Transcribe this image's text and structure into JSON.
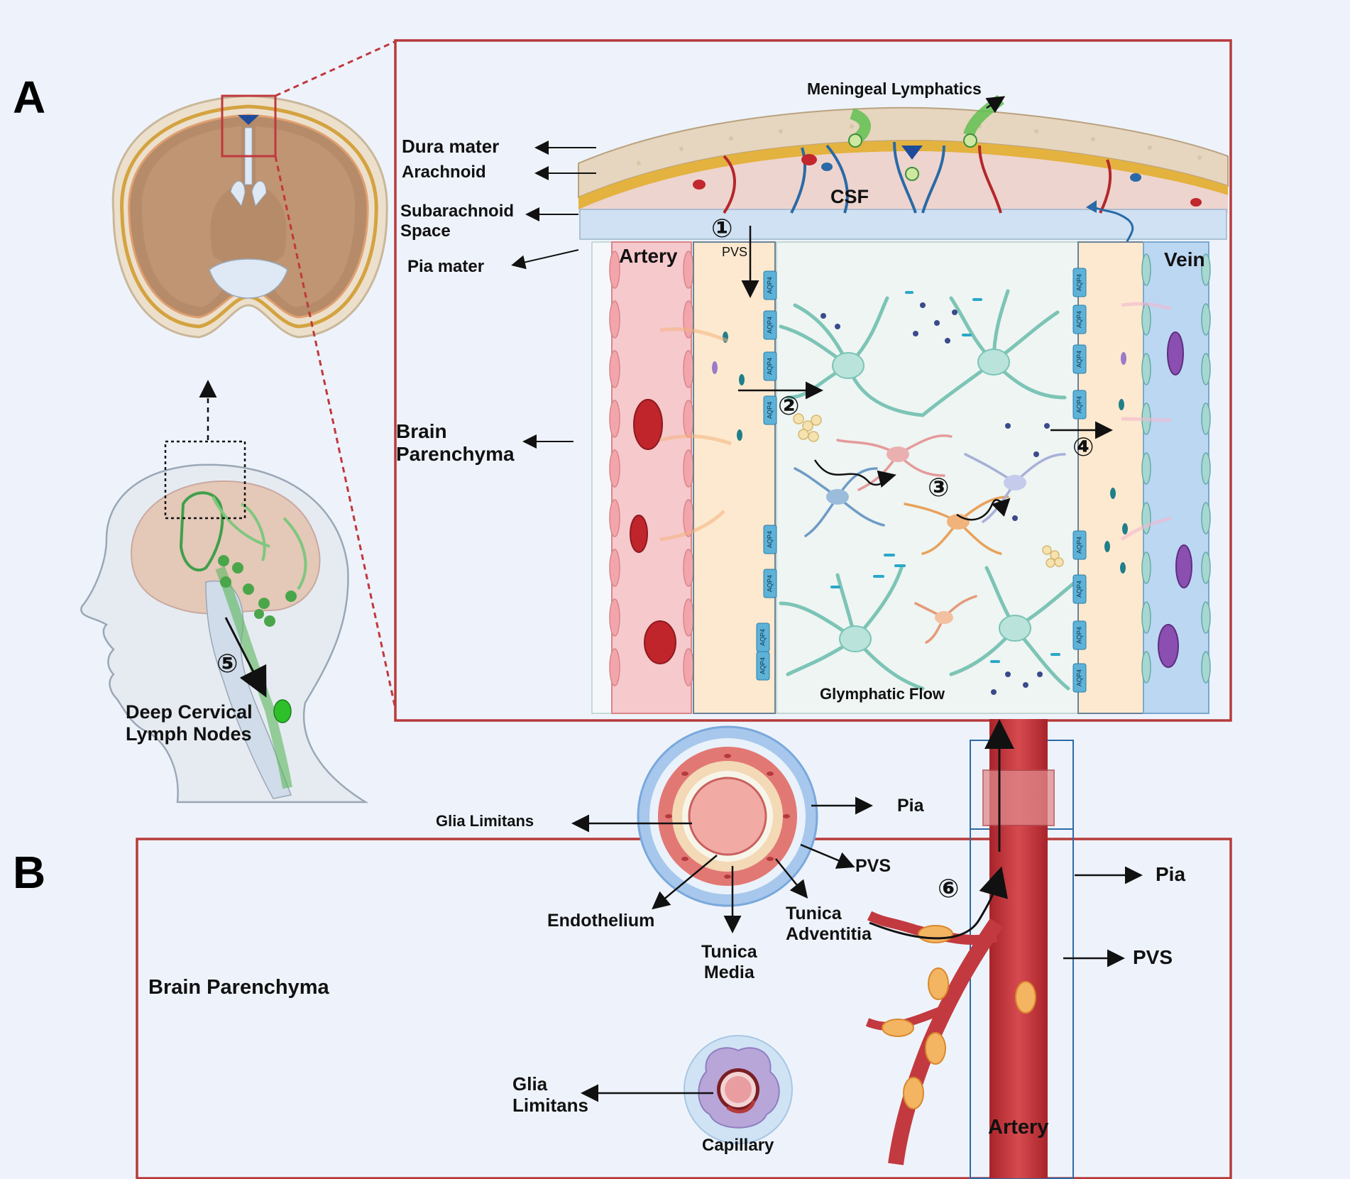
{
  "panels": {
    "a": "A",
    "b": "B"
  },
  "panel_a": {
    "meningeal_lymphatics": "Meningeal Lymphatics",
    "dura_mater": "Dura mater",
    "arachnoid": "Arachnoid",
    "subarachnoid_space": "Subarachnoid\nSpace",
    "pia_mater": "Pia mater",
    "brain_parenchyma": "Brain\nParenchyma",
    "csf": "CSF",
    "pvs": "PVS",
    "artery": "Artery",
    "vein": "Vein",
    "glymphatic_flow": "Glymphatic Flow",
    "deep_cervical_lymph_nodes": "Deep Cervical\nLymph Nodes",
    "aqp4": "AQP4",
    "steps": [
      "①",
      "②",
      "③",
      "④",
      "⑤"
    ]
  },
  "panel_b": {
    "glia_limitans_top": "Glia Limitans",
    "pia_cross": "Pia",
    "pvs_cross": "PVS",
    "endothelium": "Endothelium",
    "tunica_media": "Tunica\nMedia",
    "tunica_adventitia": "Tunica\nAdventitia",
    "pia_long": "Pia",
    "pvs_long": "PVS",
    "brain_parenchyma": "Brain Parenchyma",
    "glia_limitans_cap": "Glia\nLimitans",
    "capillary": "Capillary",
    "artery": "Artery",
    "step": "⑥"
  },
  "colors": {
    "frame_red": "#b83a3a",
    "artery_red": "#c8393f",
    "vein_blue": "#b8d4ef",
    "astrocyte": "#8ccfc3",
    "lymph_green": "#3fb84a",
    "csf_blue": "#d7e6f5"
  }
}
